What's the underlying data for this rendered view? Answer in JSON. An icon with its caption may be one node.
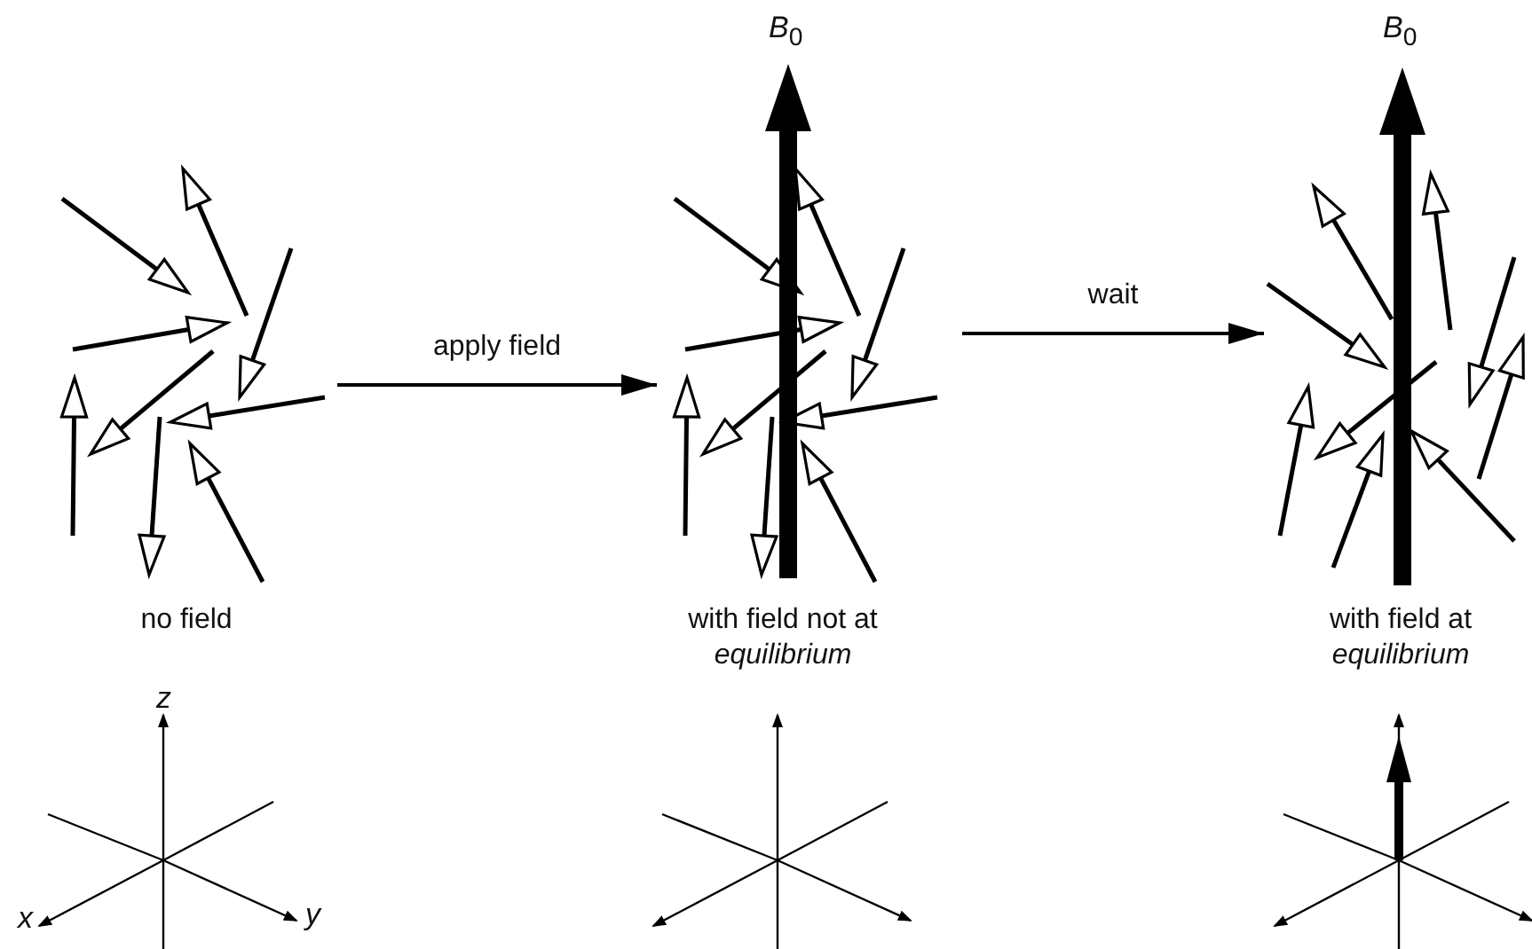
{
  "diagram": {
    "nodes": [
      {
        "text": [],
        "shape": "picture",
        "beside": [
          "no field"
        ]
      },
      {
        "text": [],
        "shape": "picture",
        "beside": [
          "with field not at *equilibrium*"
        ]
      },
      {
        "text": [],
        "shape": "picture",
        "beside": [
          "with field at *equilibrium*"
        ]
      }
    ],
    "edges": [
      {
        "from": 0,
        "to": 1,
        "arrow": "to",
        "label": "apply field"
      },
      {
        "from": 1,
        "to": 2,
        "arrow": "to",
        "label": "wait"
      }
    ],
    "labels": [
      "*B*$_{0}$",
      "*B*$_{0}$",
      "z",
      "x",
      "y"
    ]
  }
}
